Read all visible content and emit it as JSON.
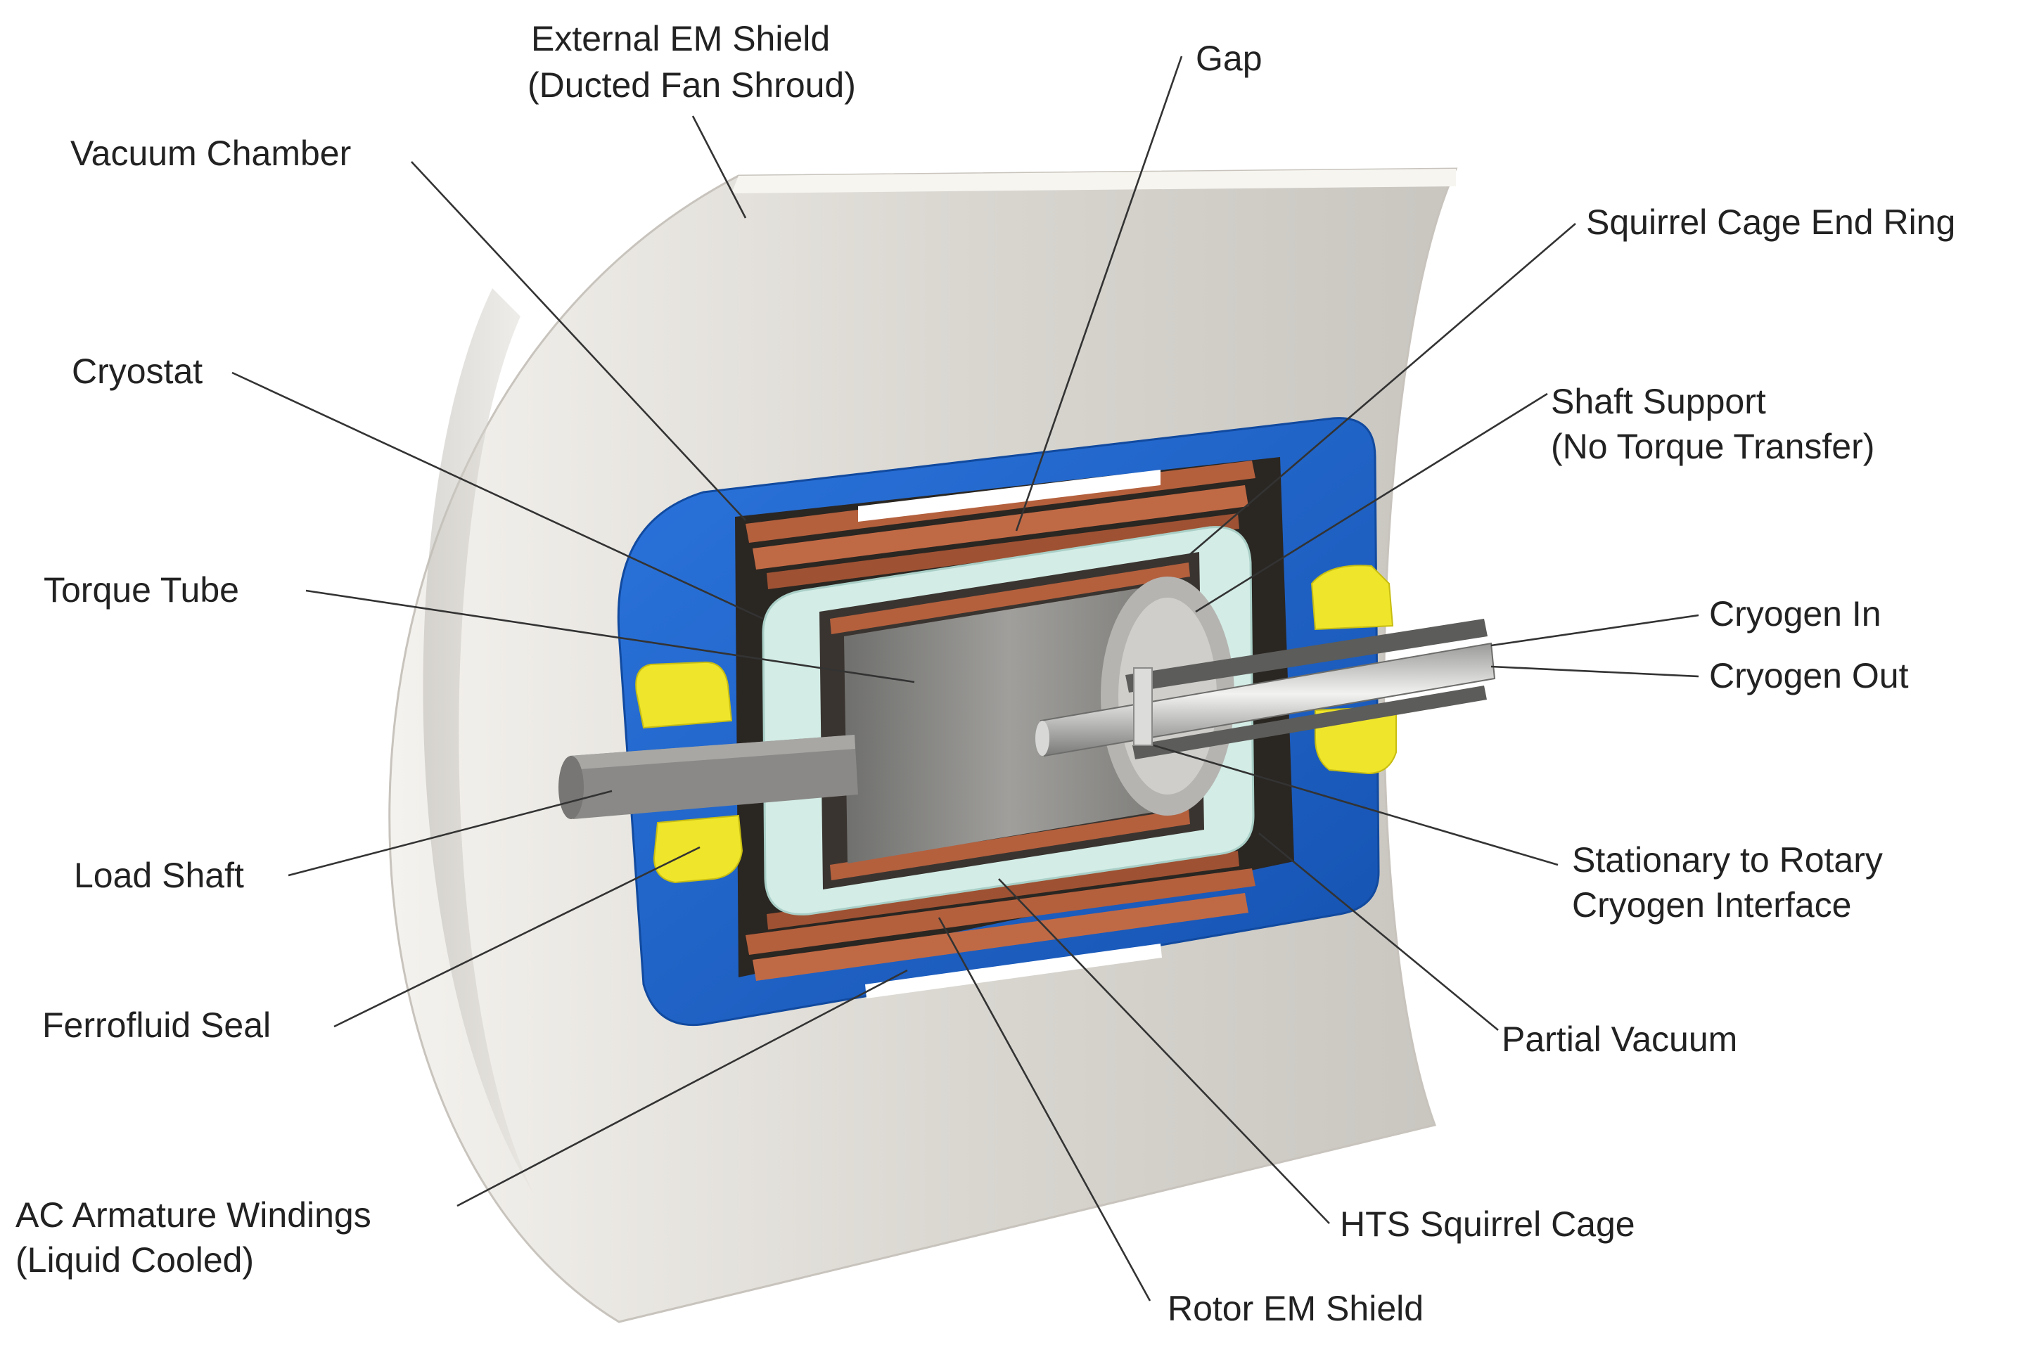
{
  "colors": {
    "background": "#ffffff",
    "shroud": "#e3e0da",
    "cryostat_blue": "#1e63c9",
    "copper": "#b4603d",
    "pale_cyan": "#d3ece6",
    "rotor_grey": "#8c8c8a",
    "seal_yellow": "#efe52a",
    "label_text": "#222222"
  },
  "labels": {
    "external_em_shield": [
      "External EM Shield",
      "(Ducted Fan Shroud)"
    ],
    "gap": [
      "Gap"
    ],
    "vacuum_chamber": [
      "Vacuum Chamber"
    ],
    "squirrel_cage_end_ring": [
      "Squirrel Cage End Ring"
    ],
    "cryostat": [
      "Cryostat"
    ],
    "shaft_support": [
      "Shaft Support",
      "(No Torque Transfer)"
    ],
    "torque_tube": [
      "Torque Tube"
    ],
    "cryogen_in": [
      "Cryogen In"
    ],
    "cryogen_out": [
      "Cryogen Out"
    ],
    "load_shaft": [
      "Load Shaft"
    ],
    "stationary_to_rotary": [
      "Stationary to Rotary",
      "Cryogen Interface"
    ],
    "ferrofluid_seal": [
      "Ferrofluid Seal"
    ],
    "partial_vacuum": [
      "Partial Vacuum"
    ],
    "ac_armature_windings": [
      "AC Armature Windings",
      "(Liquid Cooled)"
    ],
    "hts_squirrel_cage": [
      "HTS Squirrel Cage"
    ],
    "rotor_em_shield": [
      "Rotor EM Shield"
    ]
  }
}
